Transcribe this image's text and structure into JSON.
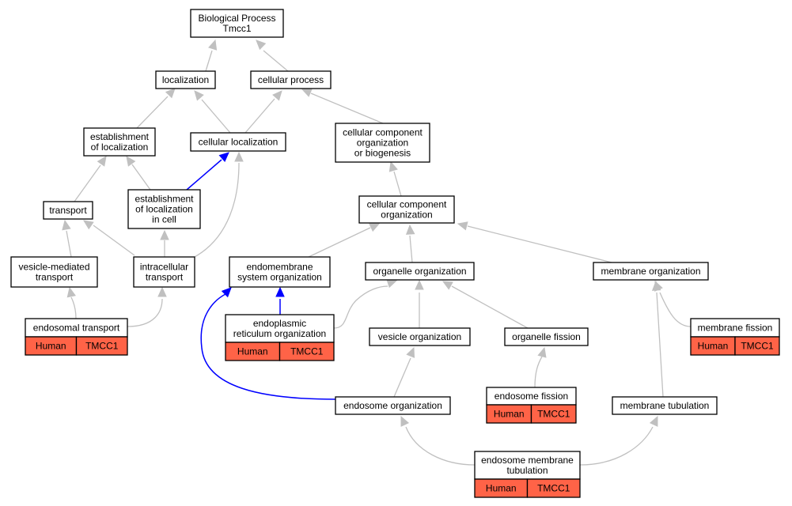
{
  "colors": {
    "gray_edge": "#c0c0c0",
    "blue_edge": "#0000ff",
    "annotation_fill": "#ff6347"
  },
  "nodes": {
    "root": "Biological Process\nTmcc1",
    "localization": "localization",
    "cellular_process": "cellular process",
    "establishment_of_localization": "establishment\nof localization",
    "cellular_localization": "cellular localization",
    "ccob": "cellular component\norganization\nor biogenesis",
    "transport": "transport",
    "establishment_in_cell": "establishment\nof localization\nin cell",
    "cco": "cellular component\norganization",
    "vesicle_mediated_transport": "vesicle-mediated\ntransport",
    "intracellular_transport": "intracellular\ntransport",
    "endomembrane": "endomembrane\nsystem organization",
    "organelle_organization": "organelle organization",
    "membrane_organization": "membrane organization",
    "endosomal_transport": "endosomal transport",
    "er_organization": "endoplasmic\nreticulum organization",
    "vesicle_organization": "vesicle organization",
    "organelle_fission": "organelle fission",
    "membrane_fission": "membrane fission",
    "endosome_fission": "endosome fission",
    "endosome_organization": "endosome organization",
    "membrane_tubulation": "membrane tubulation",
    "endosome_membrane_tubulation": "endosome membrane\ntubulation"
  },
  "annotation": {
    "species": "Human",
    "gene": "TMCC1"
  }
}
